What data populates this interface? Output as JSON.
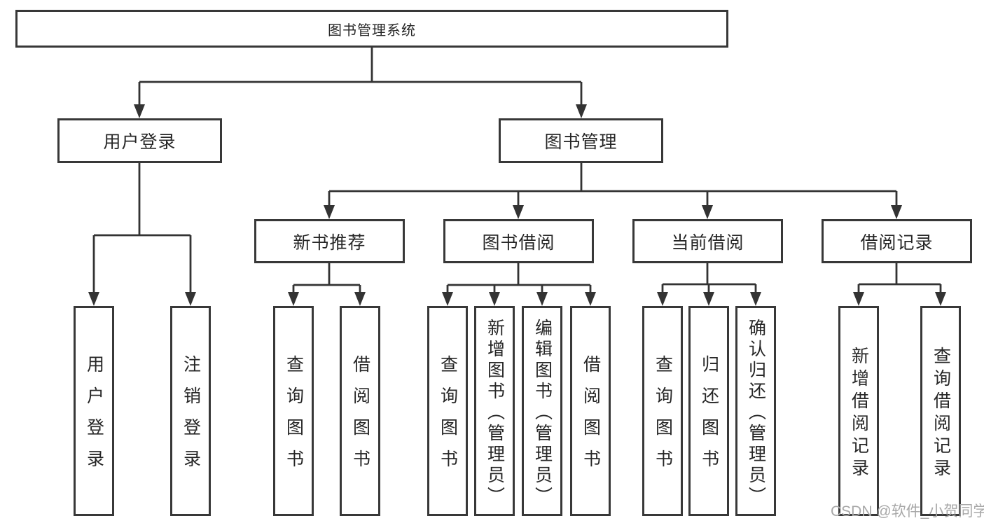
{
  "tree": {
    "root": {
      "label": "图书管理系统"
    },
    "children": [
      {
        "label": "用户登录",
        "children": [
          {
            "label": "用户登录"
          },
          {
            "label": "注销登录"
          }
        ]
      },
      {
        "label": "图书管理",
        "children": [
          {
            "label": "新书推荐",
            "children": [
              {
                "label": "查询图书"
              },
              {
                "label": "借阅图书"
              }
            ]
          },
          {
            "label": "图书借阅",
            "children": [
              {
                "label": "查询图书"
              },
              {
                "label": "新增图书（管理员）"
              },
              {
                "label": "编辑图书（管理员）"
              },
              {
                "label": "借阅图书"
              }
            ]
          },
          {
            "label": "当前借阅",
            "children": [
              {
                "label": "查询图书"
              },
              {
                "label": "归还图书"
              },
              {
                "label": "确认归还（管理员）"
              }
            ]
          },
          {
            "label": "借阅记录",
            "children": [
              {
                "label": "新增借阅记录"
              },
              {
                "label": "查询借阅记录"
              }
            ]
          }
        ]
      }
    ]
  },
  "watermark": {
    "text": "CSDN @软件_小贺同学"
  },
  "colors": {
    "line": "#333333",
    "border": "#383838",
    "text": "#262626",
    "watermark": "#a8a8a8",
    "background": "#ffffff"
  }
}
